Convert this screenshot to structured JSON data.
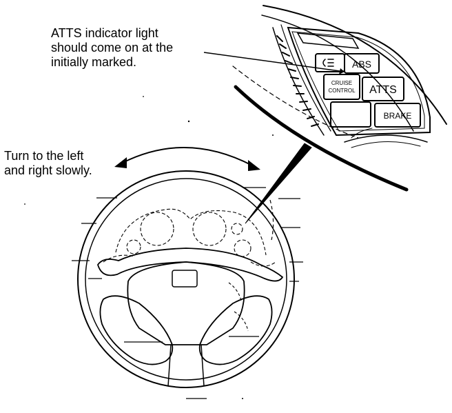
{
  "callout": {
    "lines": [
      "ATTS indicator light",
      "should come on at the",
      "initially marked."
    ]
  },
  "instruction": {
    "lines": [
      "Turn to the left",
      "and right slowly."
    ]
  },
  "cluster": {
    "labels": {
      "abs": "ABS",
      "cruise_line1": "CRUISE",
      "cruise_line2": "CONTROL",
      "atts": "ATTS",
      "brake": "BRAKE"
    }
  },
  "colors": {
    "ink": "#000000",
    "paper": "#ffffff"
  },
  "icons": {
    "rotation_arrow": "double-headed-curved-arrow-icon",
    "unlabeled_lamp": "headlight-icon"
  }
}
